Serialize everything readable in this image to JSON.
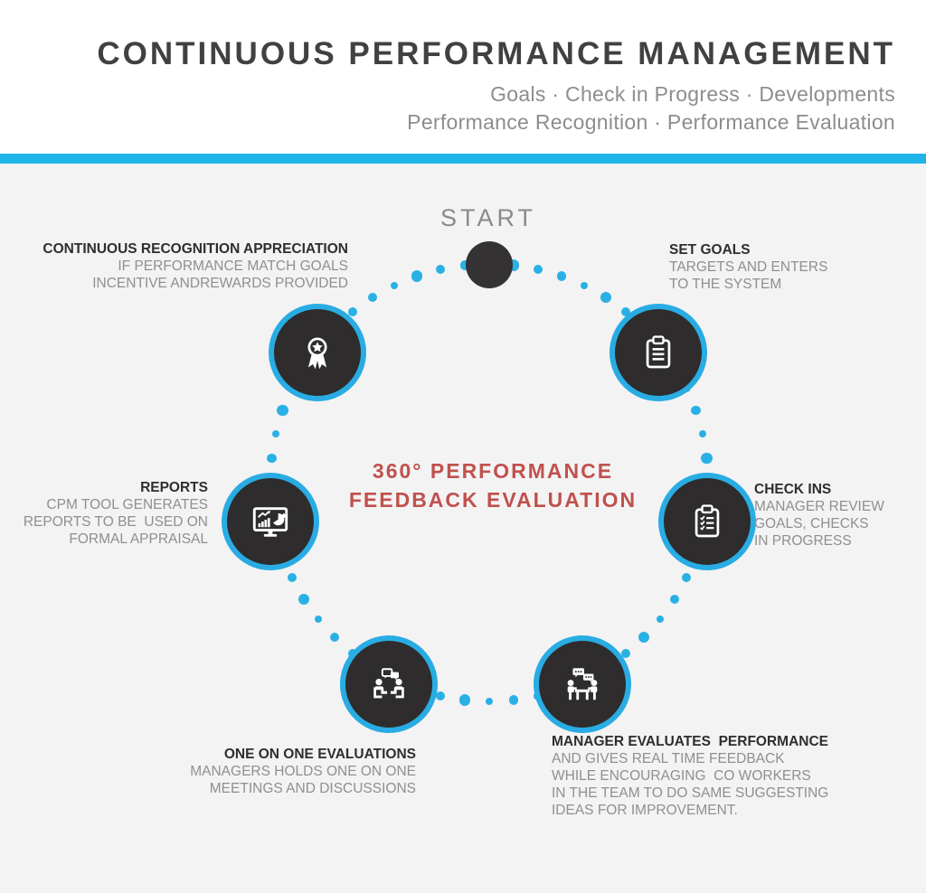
{
  "header": {
    "title": "CONTINUOUS PERFORMANCE MANAGEMENT",
    "subtitle_line1": "Goals · Check in Progress · Developments",
    "subtitle_line2": "Performance Recognition · Performance Evaluation"
  },
  "diagram": {
    "start_label": "START",
    "center_line1": "360° PERFORMANCE",
    "center_line2": "FEEDBACK EVALUATION",
    "steps": [
      {
        "id": "recognition",
        "icon": "award-icon",
        "title": "CONTINUOUS RECOGNITION APPRECIATION",
        "desc_lines": [
          "IF PERFORMANCE MATCH GOALS",
          "INCENTIVE ANDREWARDS PROVIDED"
        ]
      },
      {
        "id": "set-goals",
        "icon": "clipboard-icon",
        "title": "SET GOALS",
        "desc_lines": [
          "TARGETS AND ENTERS",
          "TO THE SYSTEM"
        ]
      },
      {
        "id": "reports",
        "icon": "monitor-chart-icon",
        "title": "REPORTS",
        "desc_lines": [
          "CPM TOOL GENERATES",
          "REPORTS TO BE  USED ON",
          "FORMAL APPRAISAL"
        ]
      },
      {
        "id": "check-ins",
        "icon": "checklist-icon",
        "title": "CHECK INS",
        "desc_lines": [
          "MANAGER REVIEW",
          "GOALS, CHECKS",
          "IN PROGRESS"
        ]
      },
      {
        "id": "one-on-one",
        "icon": "conversation-icon",
        "title": "ONE ON ONE EVALUATIONS",
        "desc_lines": [
          "MANAGERS HOLDS ONE ON ONE",
          "MEETINGS AND DISCUSSIONS"
        ]
      },
      {
        "id": "manager-evaluates",
        "icon": "meeting-icon",
        "title": "MANAGER EVALUATES  PERFORMANCE",
        "desc_lines": [
          "AND GIVES REAL TIME FEEDBACK",
          "WHILE ENCOURAGING  CO WORKERS",
          "IN THE TEAM TO DO SAME SUGGESTING",
          "IDEAS FOR IMPROVEMENT."
        ]
      }
    ]
  },
  "colors": {
    "accent_cyan": "#1fb4e9",
    "dot_cyan": "#29b1e6",
    "node_ring_cyan": "#29ace3",
    "node_dark": "#2e2c2c",
    "center_red": "#c0514e"
  }
}
